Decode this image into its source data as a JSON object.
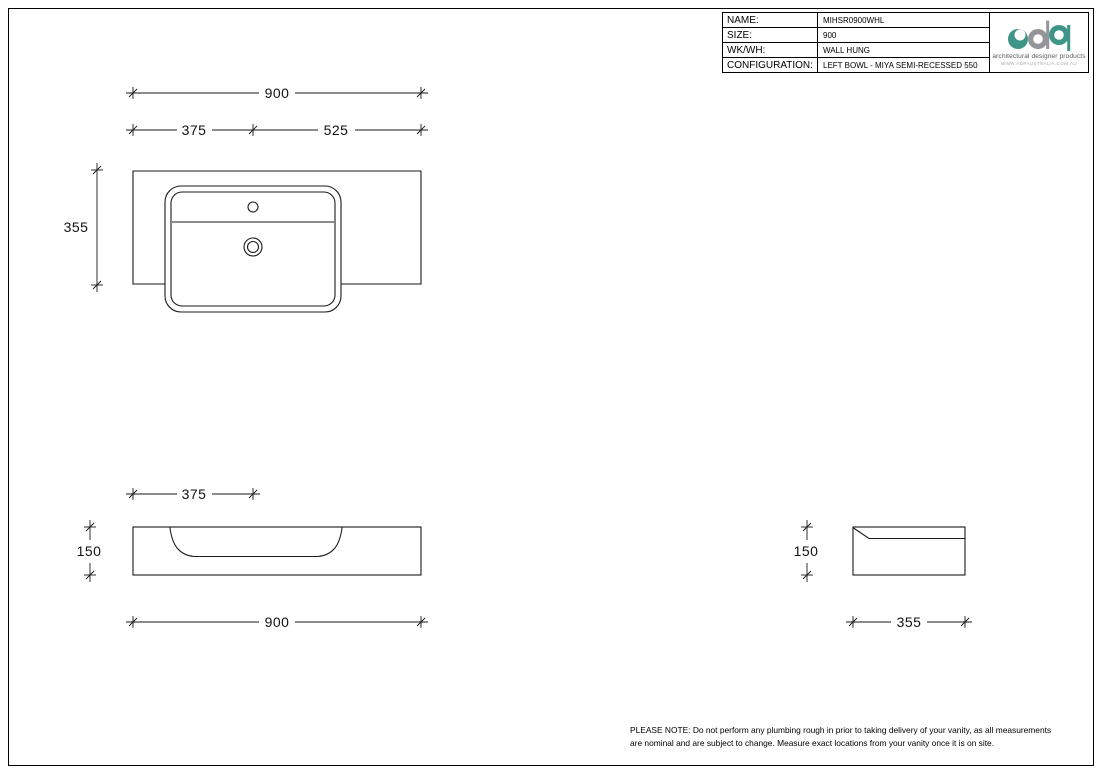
{
  "title_block": {
    "rows": [
      {
        "label": "NAME:",
        "value": "MIHSR0900WHL"
      },
      {
        "label": "SIZE:",
        "value": "900"
      },
      {
        "label": "WK/WH:",
        "value": "WALL HUNG"
      },
      {
        "label": "CONFIGURATION:",
        "value": "LEFT BOWL - MIYA SEMI-RECESSED 550"
      }
    ],
    "logo": {
      "tagline": "architectural designer products",
      "url": "WWW.ADPAUSTRALIA.COM.AU",
      "teal": "#3f9488",
      "gray": "#939598"
    }
  },
  "views": {
    "plan": {
      "dims": {
        "overall_width": "900",
        "left_to_bowl_centre": "375",
        "bowl_centre_to_right": "525",
        "depth": "355"
      }
    },
    "front": {
      "dims": {
        "bowl_centre": "375",
        "height": "150",
        "overall_width": "900"
      }
    },
    "side": {
      "dims": {
        "height": "150",
        "depth": "355"
      }
    }
  },
  "note": {
    "line1": "PLEASE NOTE: Do not perform any plumbing rough in prior to taking delivery of your vanity, as all measurements",
    "line2": "are nominal and are subject to change. Measure exact locations from your vanity once it is on site."
  }
}
